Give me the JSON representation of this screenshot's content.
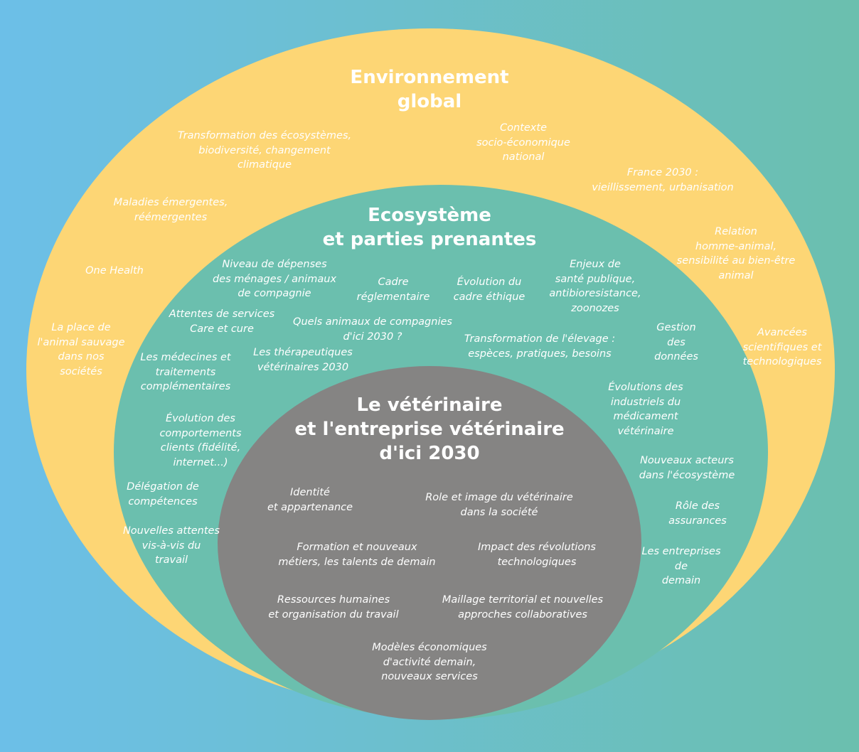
{
  "colors": {
    "background_left": "#6cbfe8",
    "background_right": "#6bbfae",
    "outer_ring": "#fdd675",
    "middle_ring": "#6bbfae",
    "inner_ring": "#858483",
    "text": "#ffffff"
  },
  "outer": {
    "title": "Environnement\nglobal",
    "items": [
      "Transformation des écosystèmes,\nbiodiversité, changement\nclimatique",
      "Contexte\nsocio-économique\nnational",
      "France 2030 :\nvieillissement, urbanisation",
      "Maladies émergentes,\nréémergentes",
      "Relation\nhomme-animal,\nsensibilité au bien-être\nanimal",
      "One Health",
      "La place de\nl'animal sauvage\ndans nos\nsociétés",
      "Avancées\nscientifiques et\ntechnologiques"
    ]
  },
  "middle": {
    "title": "Ecosystème\net parties prenantes",
    "items": [
      "Niveau de dépenses\ndes ménages / animaux\nde compagnie",
      "Cadre\nréglementaire",
      "Évolution du\ncadre éthique",
      "Enjeux de\nsanté publique,\nantibioresistance,\nzoonozes",
      "Attentes de services\nCare et cure",
      "Quels animaux de compagnies\nd'ici 2030 ?",
      "Transformation de l'élevage :\nespèces, pratiques, besoins",
      "Gestion\ndes\ndonnées",
      "Les médecines et\ntraitements\ncomplémentaires",
      "Les thérapeutiques\nvétérinaires 2030",
      "Évolutions des\nindustriels du\nmédicament\nvétérinaire",
      "Évolution des\ncomportements\nclients (fidélité,\ninternet...)",
      "Nouveaux acteurs\ndans l'écosystème",
      "Délégation de\ncompétences",
      "Rôle des\nassurances",
      "Nouvelles attentes\nvis-à-vis du\ntravail",
      "Les entreprises\nde\ndemain"
    ]
  },
  "inner": {
    "title": "Le vétérinaire\net l'entreprise vétérinaire\nd'ici 2030",
    "items": [
      "Identité\net appartenance",
      "Role et image du vétérinaire\ndans la société",
      "Formation et nouveaux\nmétiers, les talents de demain",
      "Impact des révolutions\ntechnologiques",
      "Ressources humaines\net organisation du travail",
      "Maillage territorial et nouvelles\napproches collaboratives",
      "Modèles économiques\nd'activité demain,\nnouveaux services"
    ]
  }
}
